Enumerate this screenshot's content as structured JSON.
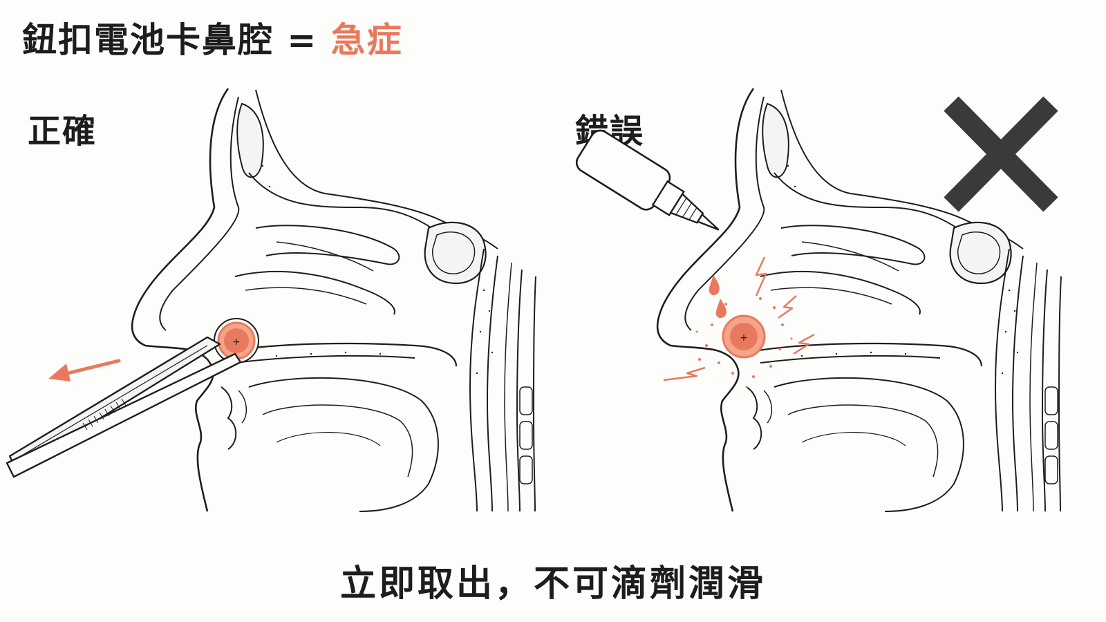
{
  "title": {
    "main": "鈕扣電池卡鼻腔 = ",
    "accent": "急症"
  },
  "panels": {
    "correct": {
      "label": "正確"
    },
    "wrong": {
      "label": "錯誤"
    }
  },
  "caption": "立即取出，不可滴劑潤滑",
  "colors": {
    "accent": "#e9795e",
    "ink": "#1d1d1d",
    "x_mark": "#3a3a3a"
  },
  "icons": {
    "correct": [
      "nasal-cross-section-illustration",
      "tweezers-icon",
      "button-battery-icon",
      "arrow-left-icon"
    ],
    "wrong": [
      "nasal-cross-section-illustration",
      "dropper-bottle-icon",
      "drop-icon",
      "lightning-icon",
      "button-battery-icon",
      "x-mark-icon"
    ]
  }
}
